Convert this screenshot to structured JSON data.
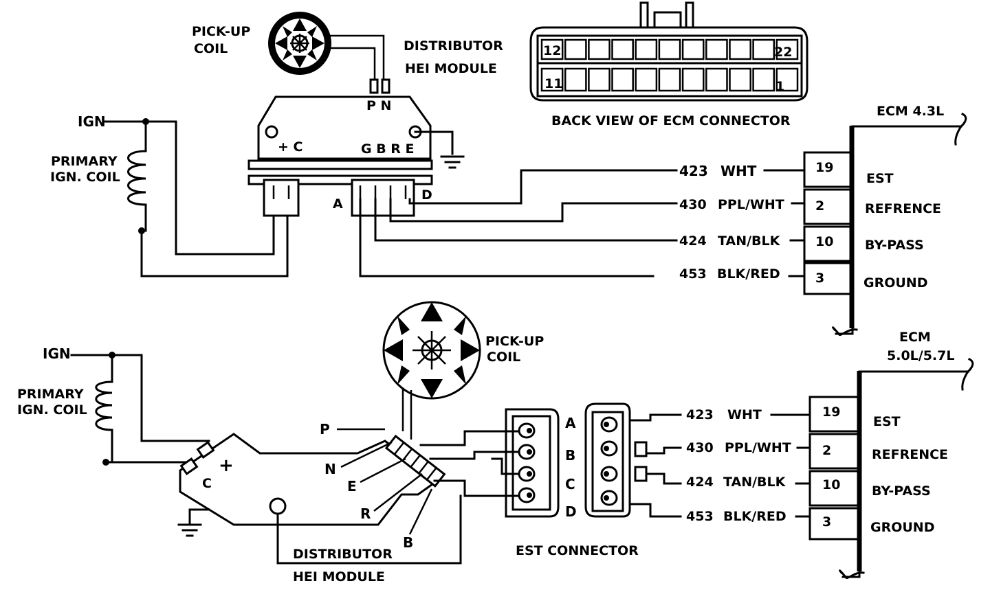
{
  "top": {
    "pickup_coil": [
      "PICK-UP",
      "COIL"
    ],
    "module": [
      "DISTRIBUTOR",
      "HEI MODULE"
    ],
    "pn": "P N",
    "plus_c": "+ C",
    "gbre": "G B R E",
    "ign": "IGN",
    "primary": [
      "PRIMARY",
      "IGN. COIL"
    ],
    "a": "A",
    "d": "D",
    "ecm_title": "ECM 4.3L",
    "ecm_connector_label": "BACK VIEW OF ECM CONNECTOR",
    "connector_pins": [
      "12",
      "22",
      "11",
      "1"
    ],
    "circuits": [
      {
        "num": "423",
        "color": "WHT",
        "pin": "19",
        "func": "EST"
      },
      {
        "num": "430",
        "color": "PPL/WHT",
        "pin": "2",
        "func": "REFRENCE"
      },
      {
        "num": "424",
        "color": "TAN/BLK",
        "pin": "10",
        "func": "BY-PASS"
      },
      {
        "num": "453",
        "color": "BLK/RED",
        "pin": "3",
        "func": "GROUND"
      }
    ]
  },
  "bottom": {
    "ign": "IGN",
    "primary": [
      "PRIMARY",
      "IGN. COIL"
    ],
    "pickup_coil": [
      "PICK-UP",
      "COIL"
    ],
    "plus": "+",
    "c": "C",
    "terminals": [
      "P",
      "N",
      "E",
      "R",
      "B"
    ],
    "module": [
      "DISTRIBUTOR",
      "HEI MODULE"
    ],
    "est_connector": "EST CONNECTOR",
    "est_letters": [
      "A",
      "B",
      "C",
      "D"
    ],
    "ecm_title": [
      "ECM",
      "5.0L/5.7L"
    ],
    "circuits": [
      {
        "num": "423",
        "color": "WHT",
        "pin": "19",
        "func": "EST"
      },
      {
        "num": "430",
        "color": "PPL/WHT",
        "pin": "2",
        "func": "REFRENCE"
      },
      {
        "num": "424",
        "color": "TAN/BLK",
        "pin": "10",
        "func": "BY-PASS"
      },
      {
        "num": "453",
        "color": "BLK/RED",
        "pin": "3",
        "func": "GROUND"
      }
    ]
  }
}
